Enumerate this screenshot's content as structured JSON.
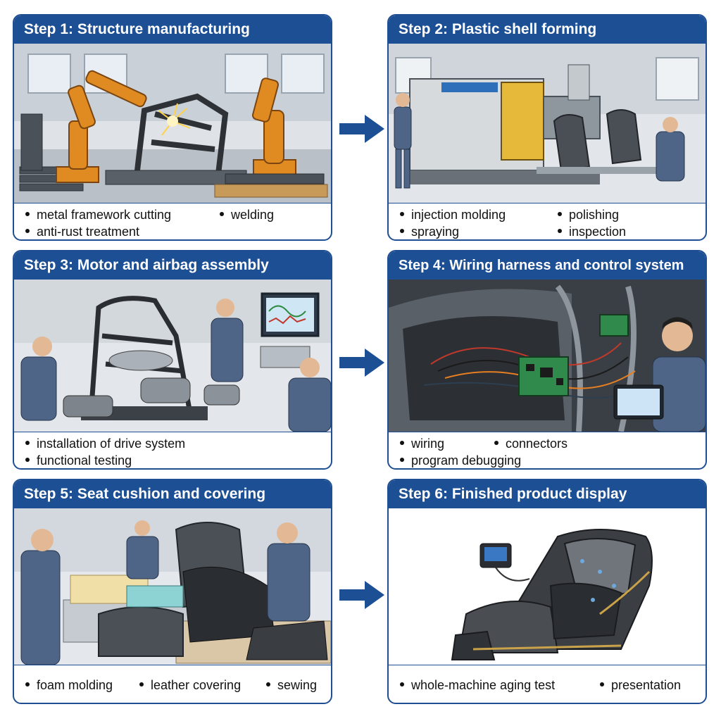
{
  "steps": [
    {
      "title": "Step 1: Structure manufacturing",
      "bullets": [
        "metal framework cutting",
        "welding",
        "anti-rust treatment"
      ]
    },
    {
      "title": "Step 2: Plastic shell forming",
      "bullets": [
        "injection molding",
        "polishing",
        "spraying",
        "inspection"
      ]
    },
    {
      "title": "Step 3: Motor and airbag assembly",
      "bullets": [
        "installation of drive system",
        "functional testing"
      ]
    },
    {
      "title": "Step 4: Wiring harness and control system",
      "bullets": [
        "wiring",
        "connectors",
        "program debugging"
      ]
    },
    {
      "title": "Step 5: Seat cushion and covering",
      "bullets": [
        "foam molding",
        "leather covering",
        "sewing"
      ]
    },
    {
      "title": "Step 6: Finished product display",
      "bullets": [
        "whole-machine aging test",
        "presentation"
      ]
    }
  ],
  "colors": {
    "header": "#1d4f94",
    "border": "#1f4f92",
    "arrow": "#1d4f94"
  }
}
